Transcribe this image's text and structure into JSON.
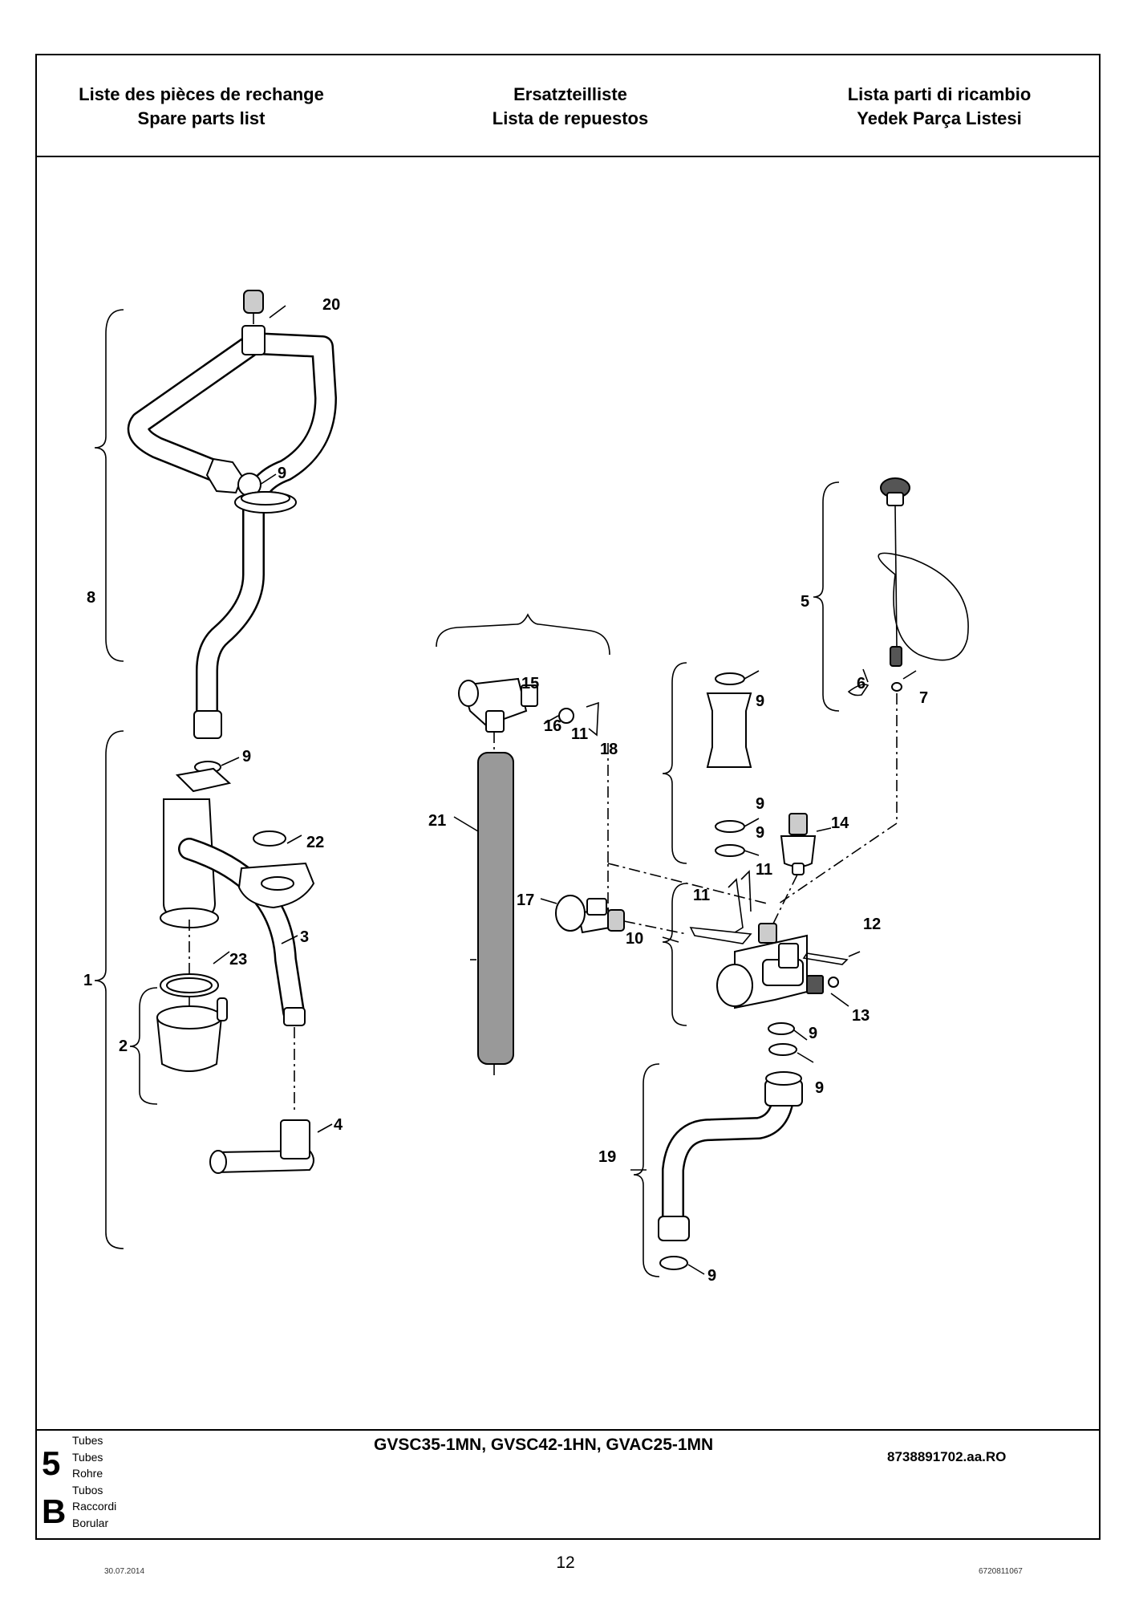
{
  "header": {
    "col1": [
      "Liste des pièces de rechange",
      "Spare parts list"
    ],
    "col2": [
      "Ersatzteilliste",
      "Lista de repuestos"
    ],
    "col3": [
      "Lista parti di ricambio",
      "Yedek Parça Listesi"
    ]
  },
  "diagram": {
    "reference": "8738891702.aa.RO",
    "callouts": [
      "1",
      "2",
      "3",
      "4",
      "5",
      "6",
      "7",
      "8",
      "9",
      "10",
      "11",
      "12",
      "13",
      "14",
      "15",
      "16",
      "17",
      "18",
      "19",
      "20",
      "21",
      "22",
      "23"
    ]
  },
  "footer": {
    "section_number": "5",
    "section_letter": "B",
    "section_titles": [
      "Tubes",
      "Tubes",
      "Rohre",
      "Tubos",
      "Raccordi",
      "Borular"
    ],
    "models": "GVSC35-1MN, GVSC42-1HN, GVAC25-1MN"
  },
  "page": {
    "number": "12",
    "date": "30.07.2014",
    "code": "6720811067"
  }
}
